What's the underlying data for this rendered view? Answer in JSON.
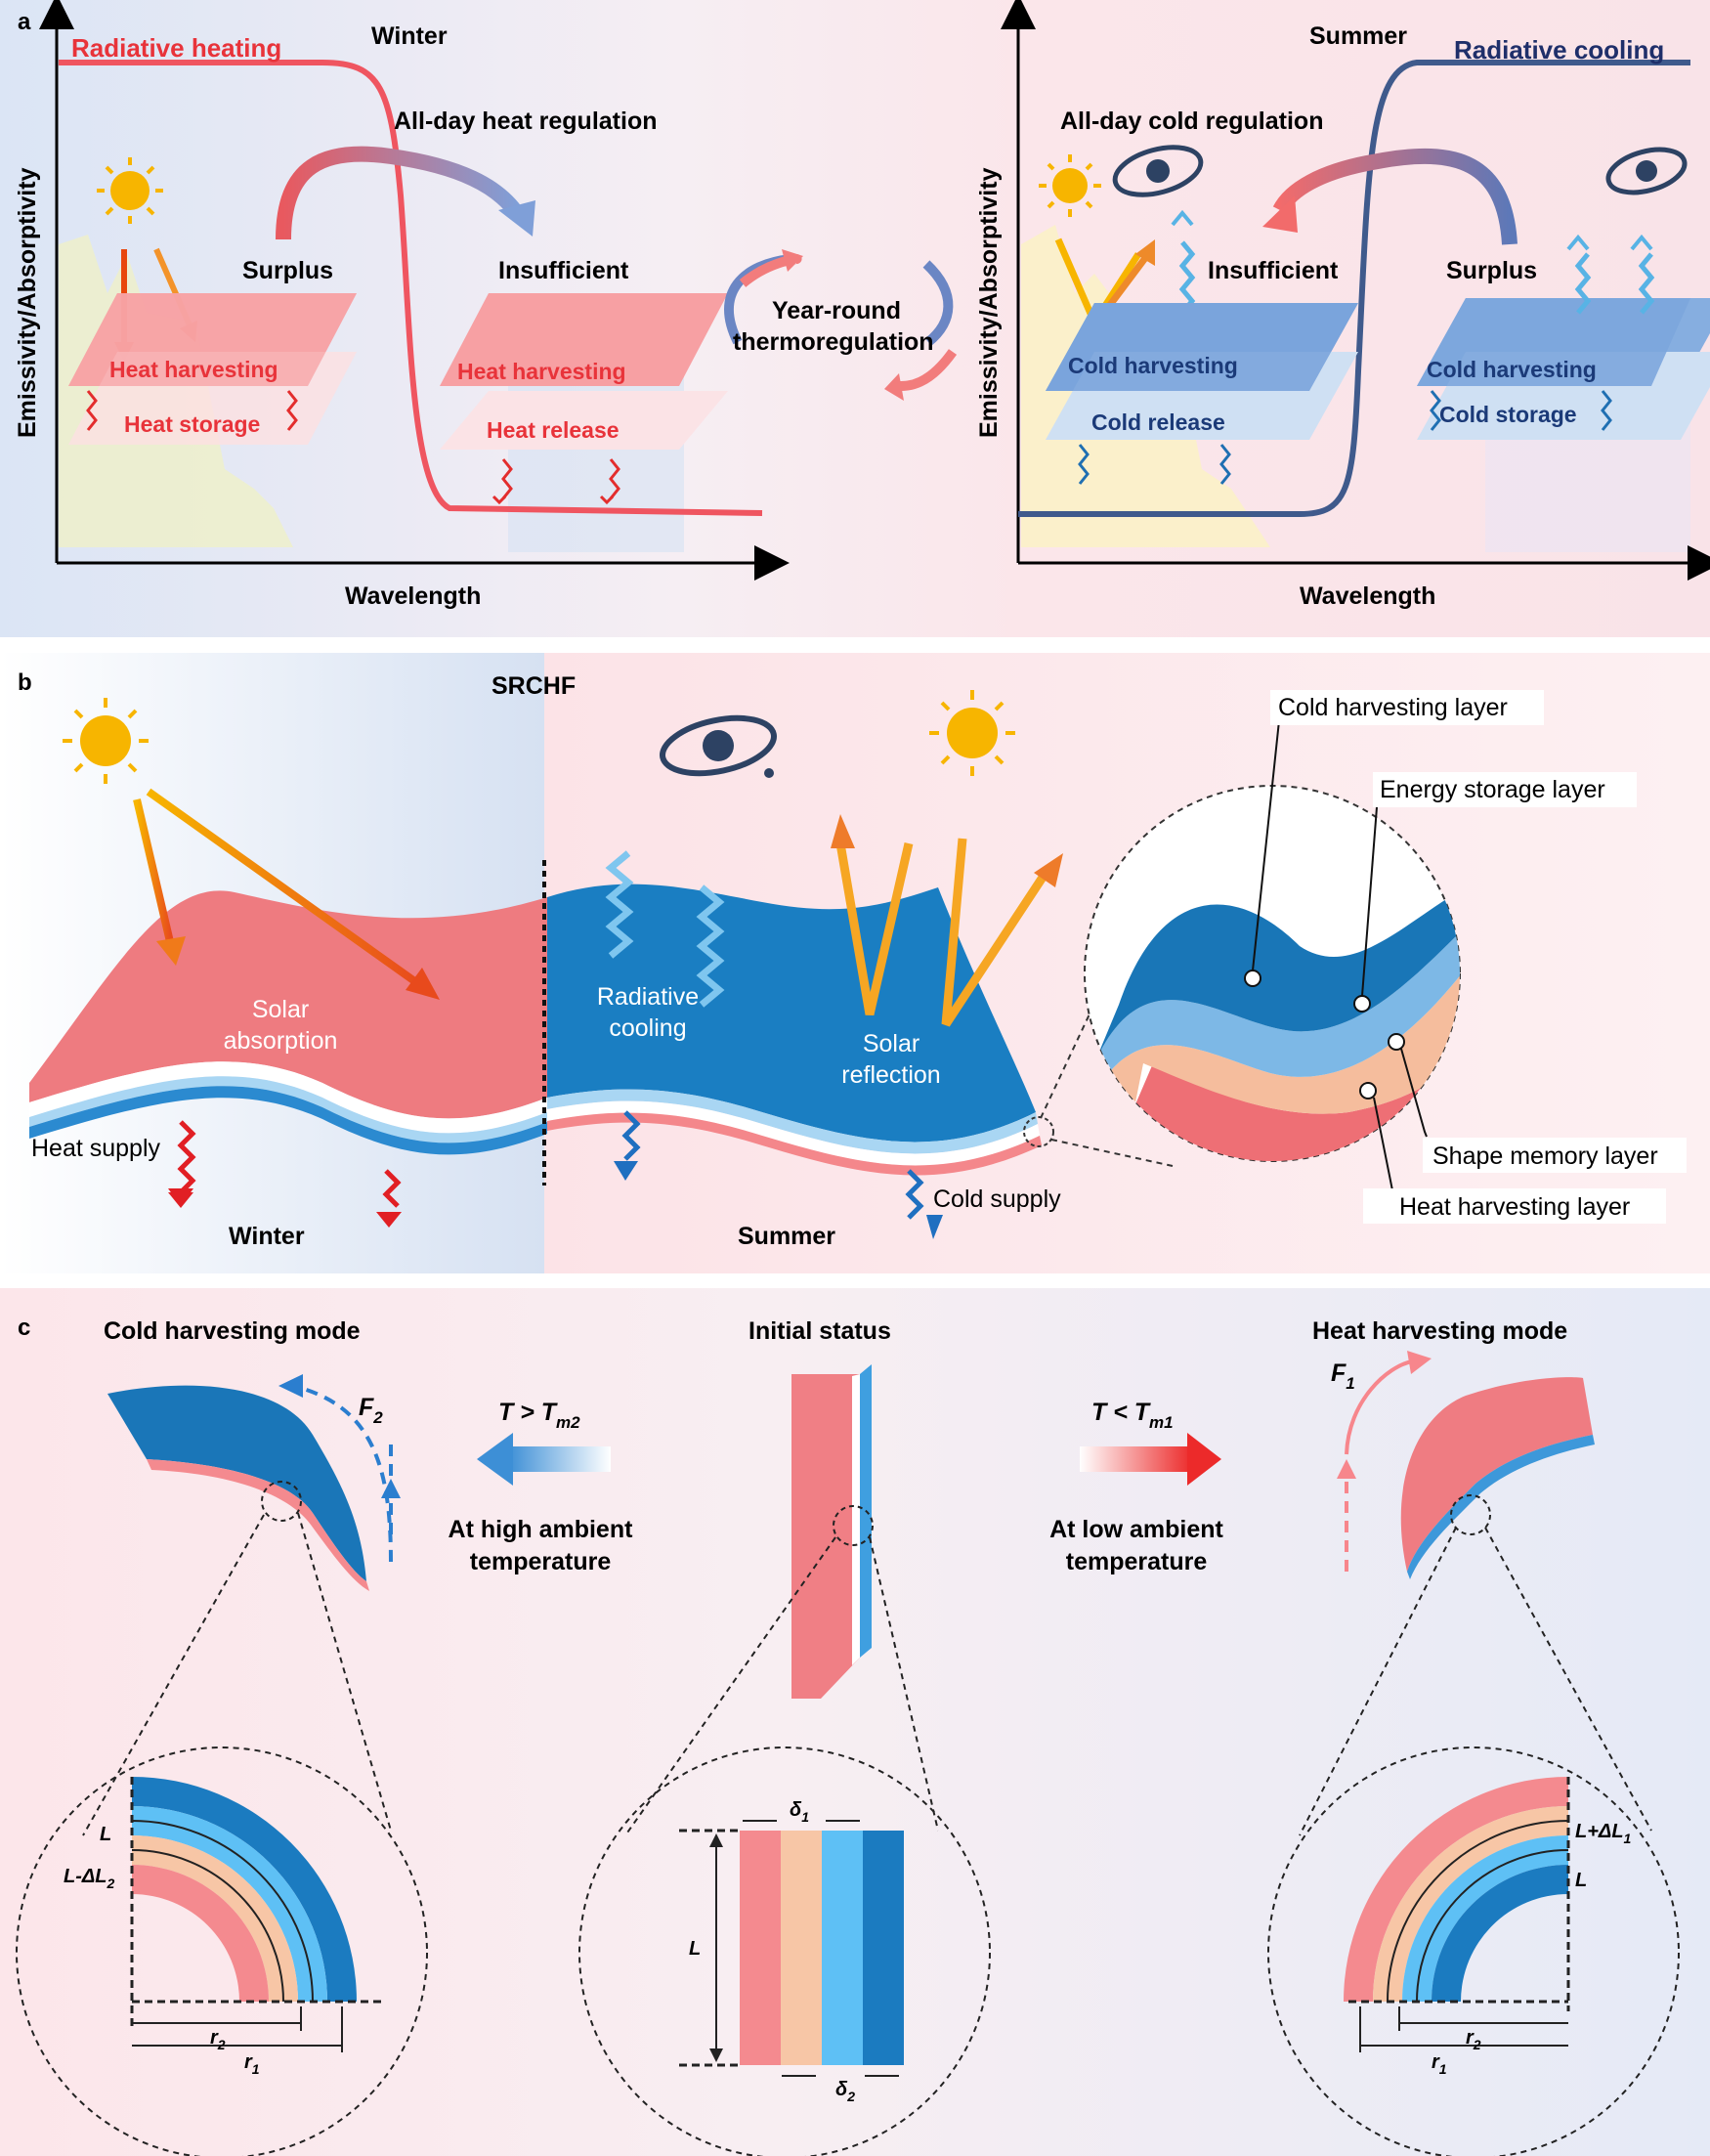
{
  "panel_a": {
    "letter": "a",
    "left": {
      "season": "Winter",
      "mode": "Radiative heating",
      "regulation": "All-day heat regulation",
      "surplus": "Surplus",
      "insufficient": "Insufficient",
      "layer_top_1": "Heat harvesting",
      "layer_bottom_1": "Heat storage",
      "layer_top_2": "Heat harvesting",
      "layer_bottom_2": "Heat release",
      "ylabel": "Emissivity/Absorptivity",
      "xlabel": "Wavelength"
    },
    "center": {
      "line1": "Year-round",
      "line2": "thermoregulation"
    },
    "right": {
      "season": "Summer",
      "mode": "Radiative cooling",
      "regulation": "All-day cold regulation",
      "insufficient": "Insufficient",
      "surplus": "Surplus",
      "layer_top_1": "Cold harvesting",
      "layer_bottom_1": "Cold release",
      "layer_top_2": "Cold harvesting",
      "layer_bottom_2": "Cold storage",
      "ylabel": "Emissivity/Absorptivity",
      "xlabel": "Wavelength"
    }
  },
  "panel_b": {
    "letter": "b",
    "title": "SRCHF",
    "solar_absorption_1": "Solar",
    "solar_absorption_2": "absorption",
    "radiative_cooling_1": "Radiative",
    "radiative_cooling_2": "cooling",
    "solar_reflection_1": "Solar",
    "solar_reflection_2": "reflection",
    "heat_supply": "Heat supply",
    "cold_supply": "Cold supply",
    "winter": "Winter",
    "summer": "Summer",
    "layers": {
      "cold_harvesting": "Cold harvesting layer",
      "energy_storage": "Energy storage layer",
      "shape_memory": "Shape memory layer",
      "heat_harvesting": "Heat harvesting layer"
    }
  },
  "panel_c": {
    "letter": "c",
    "cold_mode": "Cold harvesting mode",
    "initial": "Initial status",
    "heat_mode": "Heat harvesting mode",
    "force_left": "F",
    "force_left_sub": "2",
    "force_right": "F",
    "force_right_sub": "1",
    "cond_left": "T > T",
    "cond_left_sub": "m2",
    "cond_right": "T < T",
    "cond_right_sub": "m1",
    "high_1": "At high ambient",
    "high_2": "temperature",
    "low_1": "At low ambient",
    "low_2": "temperature",
    "left_L": "L",
    "left_LdL": "L-ΔL",
    "left_LdL_sub": "2",
    "left_r2": "r",
    "left_r2_sub": "2",
    "left_r1": "r",
    "left_r1_sub": "1",
    "mid_d1": "δ",
    "mid_d1_sub": "1",
    "mid_d2": "δ",
    "mid_d2_sub": "2",
    "mid_L": "L",
    "right_LdL": "L+ΔL",
    "right_LdL_sub": "1",
    "right_L": "L",
    "right_r2": "r",
    "right_r2_sub": "2",
    "right_r1": "r",
    "right_r1_sub": "1"
  },
  "colors": {
    "heat_red": "#e8333a",
    "cold_blue": "#1f78b4",
    "navy": "#2d4263",
    "pink_layer": "#f48a8f",
    "peach_layer": "#f7c6a6",
    "light_blue_layer": "#5bc0f0"
  }
}
